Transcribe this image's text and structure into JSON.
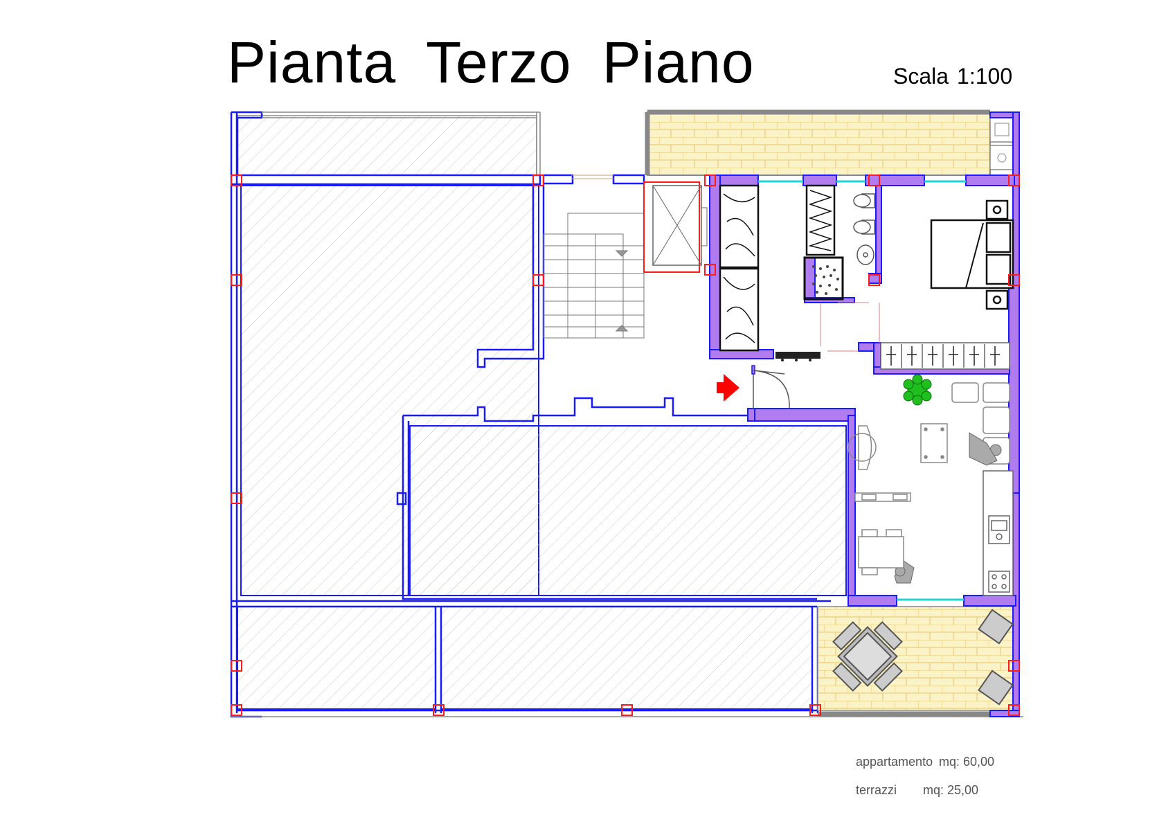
{
  "title": "Pianta  Terzo  Piano",
  "scale": {
    "label": "Scala",
    "value": "1:100"
  },
  "areas": [
    {
      "label": "appartamento",
      "value": "mq: 60,00"
    },
    {
      "label": "terrazzi",
      "value": "mq: 25,00"
    }
  ],
  "colors": {
    "wall_outline": "#1a1aff",
    "wall_fill": "#b07cf0",
    "pillar": "#ff1a1a",
    "window_glass": "#22d3d3",
    "terrace_tile": "#fbf3c8",
    "hatch": "#bdbdbd",
    "entrance_arrow": "#ff0000",
    "plant": "#1fbf1f"
  },
  "icons": [
    "entrance-arrow-icon",
    "double-bed-icon",
    "sofa-icon",
    "plant-icon",
    "toilet-icon",
    "shower-icon",
    "sink-icon",
    "stove-icon",
    "dining-table-icon",
    "person-icon",
    "stair-icon",
    "elevator-icon"
  ]
}
